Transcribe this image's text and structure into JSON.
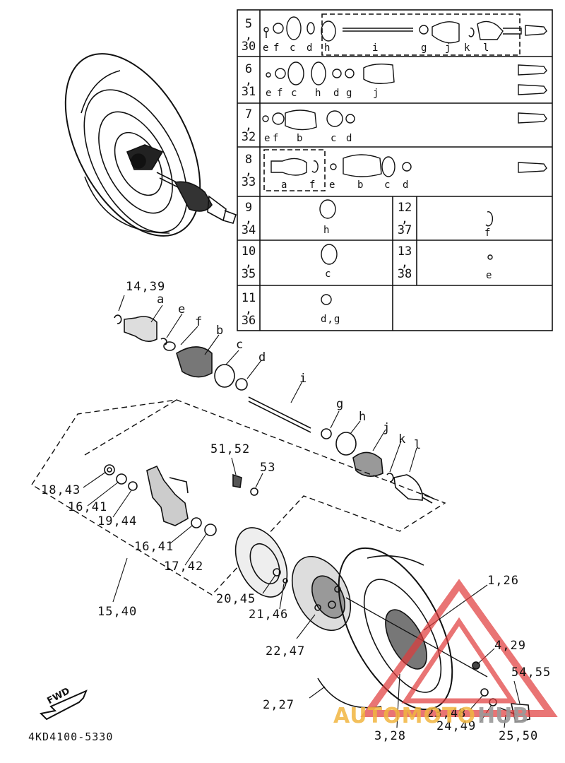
{
  "document": {
    "code": "4KD4100-5330"
  },
  "fwd_label": "FWD",
  "watermark": {
    "part1": "AUTOMOTO",
    "part2": "HUB",
    "brand_color": "#e03a3a"
  },
  "table": {
    "rows": [
      {
        "num": [
          "5",
          ",",
          "30"
        ],
        "letters": [
          "e",
          "f",
          "c",
          "d",
          "h",
          "i",
          "g",
          "j",
          "k",
          "l"
        ]
      },
      {
        "num": [
          "6",
          ",",
          "31"
        ],
        "letters": [
          "e",
          "f",
          "c",
          "h",
          "d",
          "g",
          "j"
        ]
      },
      {
        "num": [
          "7",
          ",",
          "32"
        ],
        "letters": [
          "e",
          "f",
          "b",
          "c",
          "d"
        ]
      },
      {
        "num": [
          "8",
          ",",
          "33"
        ],
        "letters": [
          "a",
          "f",
          "e",
          "b",
          "c",
          "d"
        ]
      },
      {
        "num": [
          "9",
          ",",
          "34"
        ],
        "letters": [
          "h"
        ],
        "num2": [
          "12",
          ",",
          "37"
        ],
        "letters2": [
          "f"
        ]
      },
      {
        "num": [
          "10",
          ",",
          "35"
        ],
        "letters": [
          "c"
        ],
        "num2": [
          "13",
          ",",
          "38"
        ],
        "letters2": [
          "e"
        ]
      },
      {
        "num": [
          "11",
          ",",
          "36"
        ],
        "letters": [
          "d,g"
        ]
      }
    ]
  },
  "callouts": {
    "c14_39": "14,39",
    "a": "a",
    "e": "e",
    "f": "f",
    "b": "b",
    "c": "c",
    "d": "d",
    "i": "i",
    "g": "g",
    "h": "h",
    "j": "j",
    "k": "k",
    "l": "l",
    "c51_52": "51,52",
    "c53": "53",
    "c18_43": "18,43",
    "c16_41a": "16,41",
    "c19_44": "19,44",
    "c16_41b": "16,41",
    "c17_42": "17,42",
    "c15_40": "15,40",
    "c20_45": "20,45",
    "c21_46": "21,46",
    "c22_47": "22,47",
    "c1_26": "1,26",
    "c4_29": "4,29",
    "c54_55": "54,55",
    "c2_27": "2,27",
    "c23_48": "23,48",
    "c24_49": "24,49",
    "c3_28": "3,28",
    "c25_50": "25,50"
  }
}
